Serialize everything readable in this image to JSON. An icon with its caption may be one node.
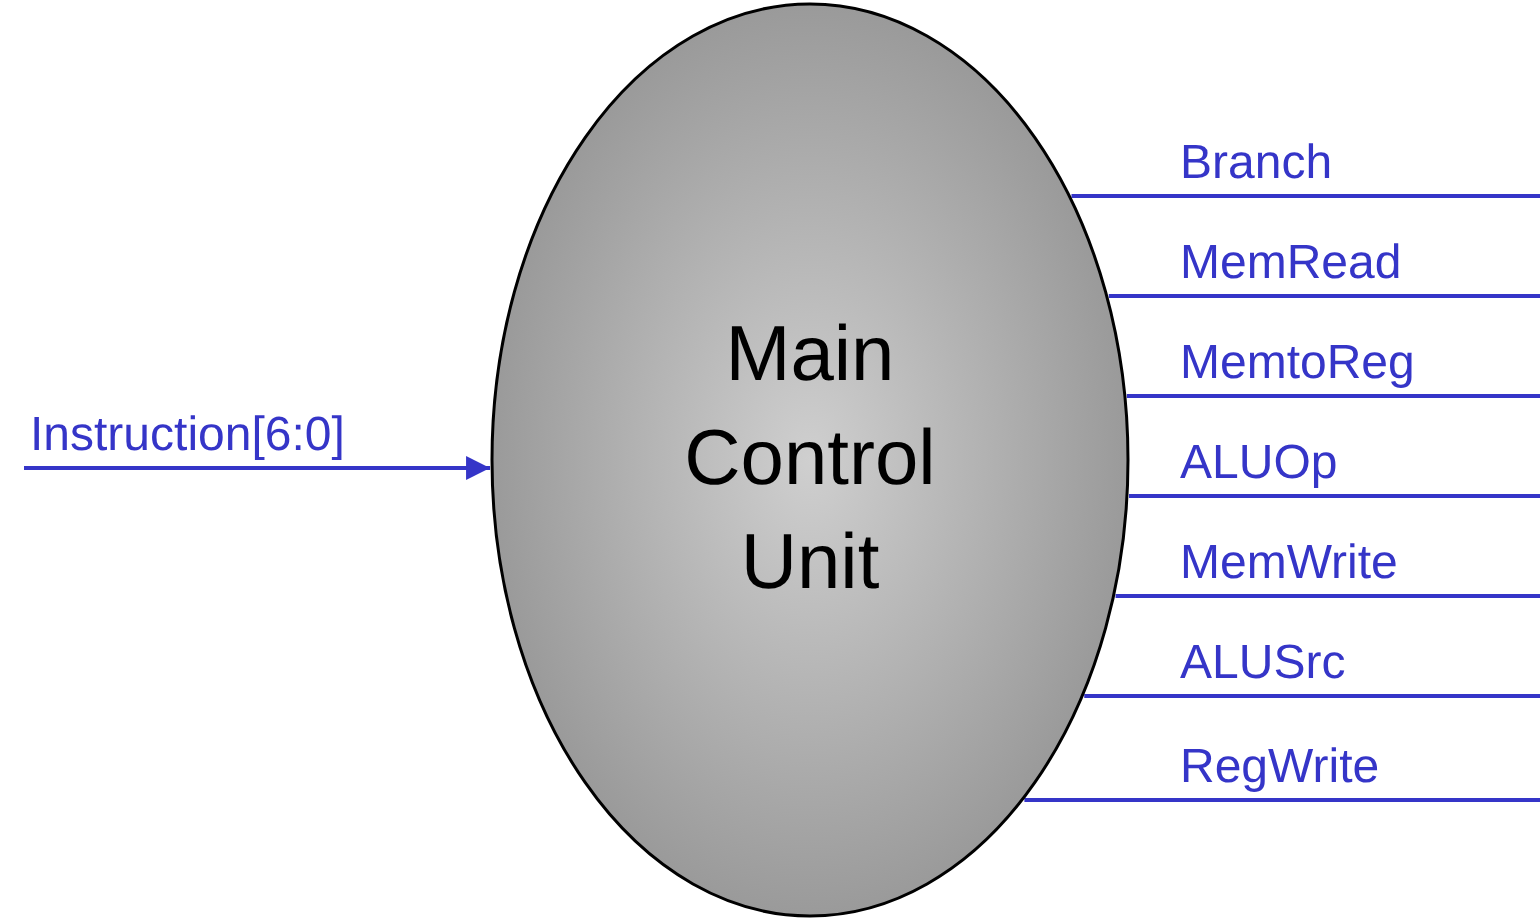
{
  "diagram": {
    "nodes": [
      {
        "text": [
          "Main Control Unit"
        ]
      },
      {
        "text": [
          "Instruction[6:0]"
        ]
      },
      {
        "text": [
          "Branch"
        ]
      },
      {
        "text": [
          "MemRead"
        ]
      },
      {
        "text": [
          "MemtoReg"
        ]
      },
      {
        "text": [
          "ALUOp"
        ]
      },
      {
        "text": [
          "MemWrite"
        ]
      },
      {
        "text": [
          "ALUSrc"
        ]
      },
      {
        "text": [
          "RegWrite"
        ]
      }
    ],
    "edges": [
      {
        "from": 1,
        "to": 0,
        "arrow": "to"
      },
      {
        "from": 0,
        "to": 2,
        "arrow": "none"
      },
      {
        "from": 0,
        "to": 3,
        "arrow": "none"
      },
      {
        "from": 0,
        "to": 4,
        "arrow": "none"
      },
      {
        "from": 0,
        "to": 5,
        "arrow": "none"
      },
      {
        "from": 0,
        "to": 6,
        "arrow": "none"
      },
      {
        "from": 0,
        "to": 7,
        "arrow": "none"
      },
      {
        "from": 0,
        "to": 8,
        "arrow": "none"
      }
    ]
  }
}
